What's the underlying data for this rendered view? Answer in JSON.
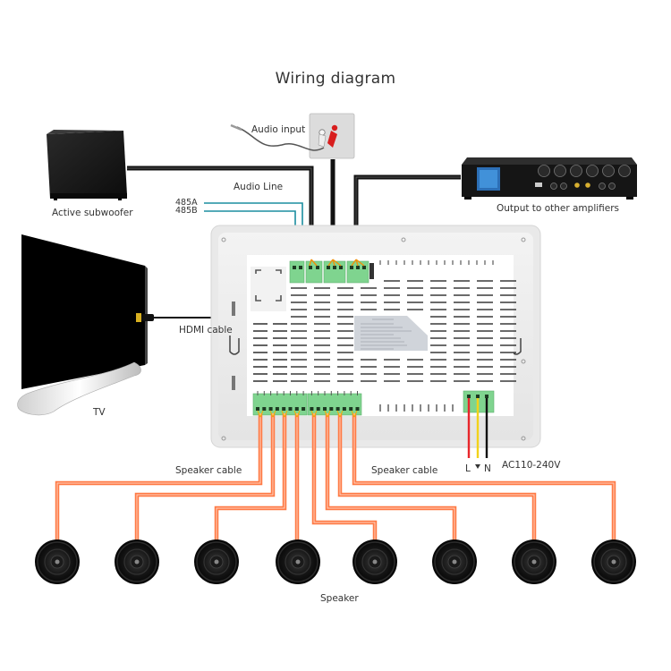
{
  "title": "Wiring diagram",
  "labels": {
    "audio_input": "Audio input",
    "audio_line": "Audio Line",
    "subwoofer": "Active subwoofer",
    "amplifier": "Output to other amplifiers",
    "rs485_a": "485A",
    "rs485_b": "485B",
    "hdmi": "HDMI cable",
    "tv": "TV",
    "speaker_cable_left": "Speaker cable",
    "speaker_cable_right": "Speaker cable",
    "power_l": "L",
    "power_n": "N",
    "power_spec": "AC110-240V",
    "speaker": "Speaker"
  },
  "colors": {
    "speaker_cable": "#ff7a45",
    "audio_cable": "#111111",
    "rs485_cable": "#1b8ea0",
    "terminal_green": "#7fd48f",
    "power_live": "#e8262b",
    "power_earth": "#f2d21a",
    "power_neutral": "#111111"
  },
  "devices": {
    "subwoofer": "subwoofer",
    "amplifier": "amplifier",
    "audio_input_plate": "rca-wall-plate",
    "tv": "tv",
    "controller_panel": "wall-mounted-controller",
    "speakers_count": 8
  }
}
